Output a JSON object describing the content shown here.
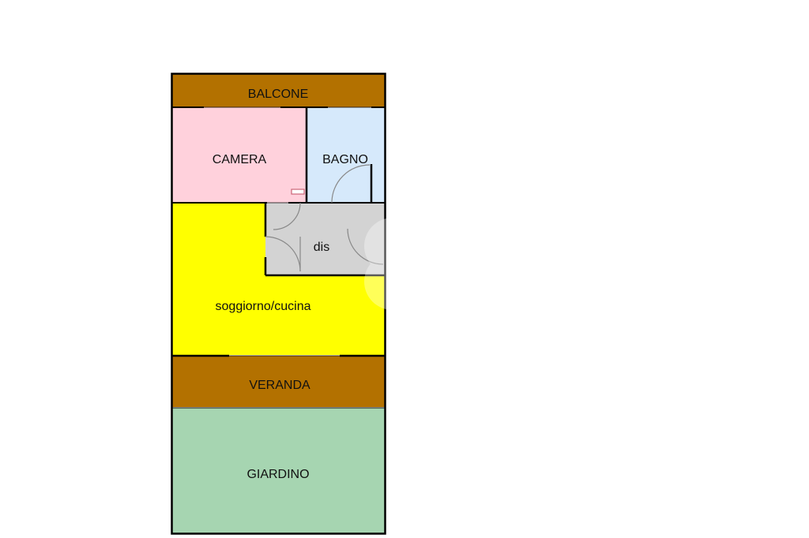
{
  "rooms": {
    "balcone": {
      "label": "BALCONE",
      "color": "#b37100"
    },
    "camera": {
      "label": "CAMERA",
      "color": "#ffd1dc"
    },
    "bagno": {
      "label": "BAGNO",
      "color": "#d6e9fb"
    },
    "dis": {
      "label": "dis",
      "color": "#d3d3d3"
    },
    "soggiorno": {
      "label": "soggiorno/cucina",
      "color": "#ffff00"
    },
    "veranda": {
      "label": "VERANDA",
      "color": "#b37100"
    },
    "giardino": {
      "label": "GIARDINO",
      "color": "#a6d5b1"
    }
  },
  "wall_color": "#000000",
  "door_color": "#888888"
}
